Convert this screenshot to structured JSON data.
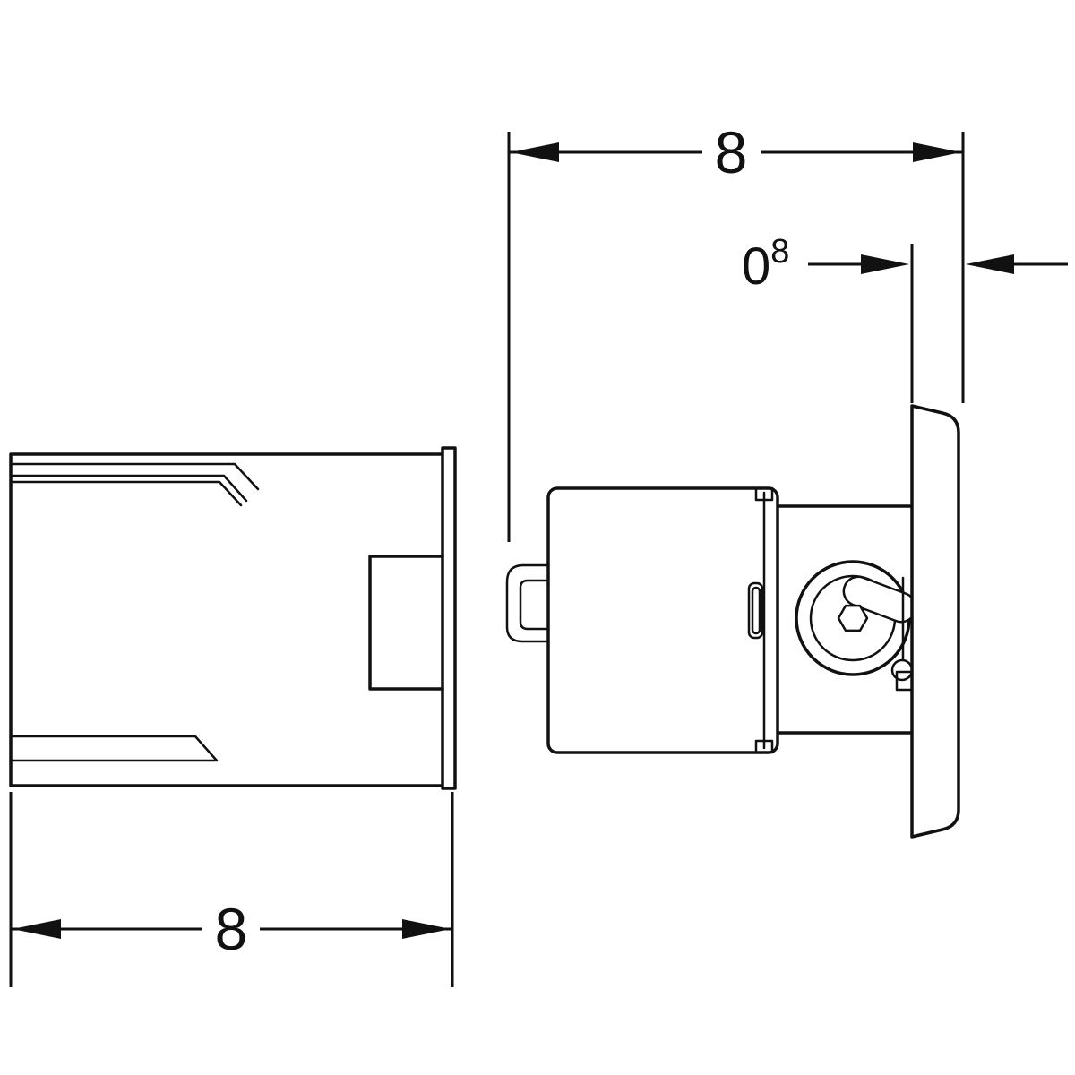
{
  "dimensions": {
    "top_width": {
      "label": "8"
    },
    "plate_thickness": {
      "main": "0",
      "sup": "8"
    },
    "bottom_width": {
      "label": "8"
    }
  },
  "colors": {
    "line": "#111111",
    "background": "#ffffff"
  }
}
